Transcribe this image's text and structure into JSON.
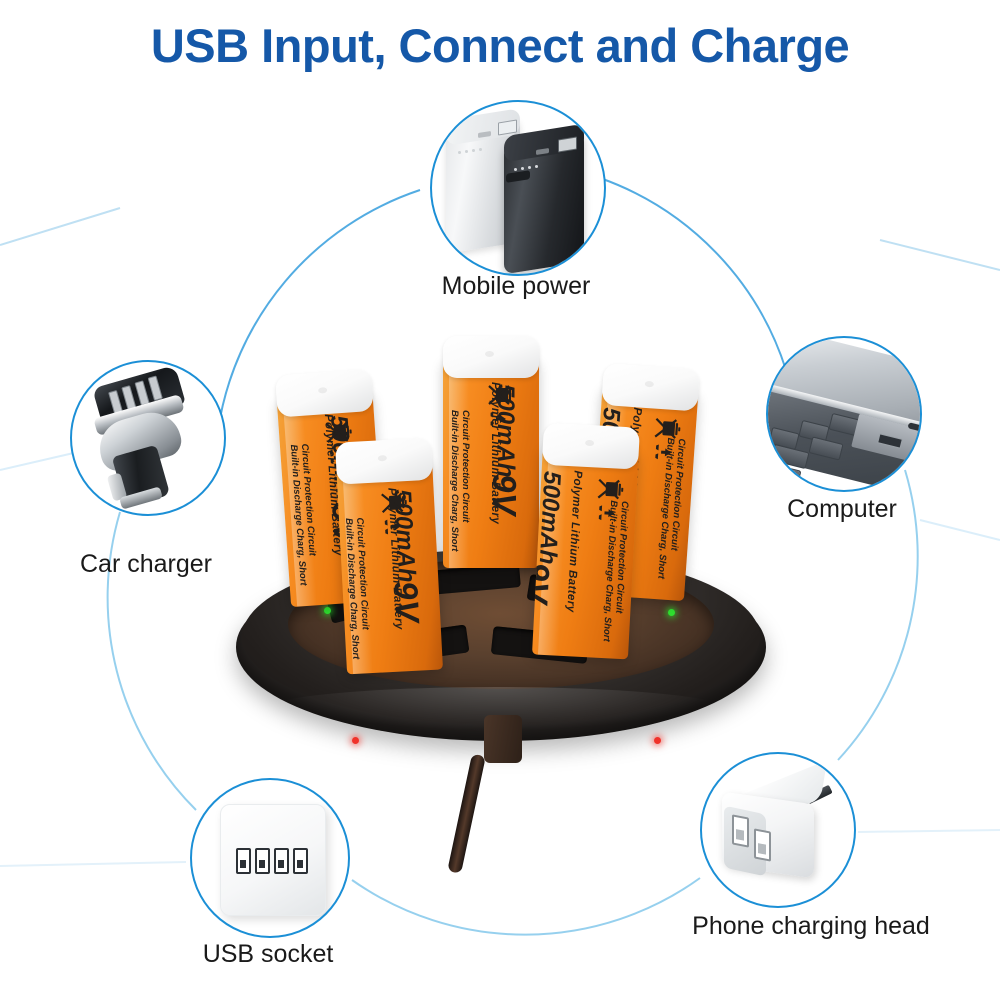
{
  "page": {
    "title": "USB Input, Connect and Charge",
    "title_color": "#1558a8",
    "background": "#ffffff",
    "accent_circle_color": "#1b8fd6",
    "label_color": "#1a1a1a"
  },
  "callouts": [
    {
      "id": "mobile-power",
      "label": "Mobile power",
      "icon": "power-bank-icon",
      "devices": [
        "white power bank",
        "black power bank"
      ]
    },
    {
      "id": "car-charger",
      "label": "Car charger",
      "icon": "car-charger-icon",
      "devices": [
        "dual USB car charger"
      ]
    },
    {
      "id": "computer",
      "label": "Computer",
      "icon": "laptop-icon",
      "devices": [
        "silver laptop with USB port"
      ]
    },
    {
      "id": "usb-socket",
      "label": "USB socket",
      "icon": "usb-wall-socket-icon",
      "devices": [
        "white wall plate with 4 USB ports"
      ]
    },
    {
      "id": "phone-charging-head",
      "label": "Phone charging head",
      "icon": "wall-adapter-icon",
      "devices": [
        "white dual USB wall adapter"
      ]
    }
  ],
  "product": {
    "name": "round 5-bay 9V battery charging dock",
    "dock_color": "#2b2725",
    "well_color": "#59402e",
    "slot_count": 5,
    "cable": "USB charging cable",
    "indicators": [
      {
        "color": "#2fe02f",
        "state": "green"
      },
      {
        "color": "#2fe02f",
        "state": "green"
      },
      {
        "color": "#f0322a",
        "state": "red"
      },
      {
        "color": "#f0322a",
        "state": "red"
      }
    ]
  },
  "battery": {
    "voltage": "9V",
    "capacity": "500mAh",
    "chemistry": "Polymer  Lithium  Battery",
    "protection_line1": "Built-in Discharge Charg, Short",
    "protection_line2": "Circuit Protection Circuit",
    "body_color": "#ef7d13",
    "cap_color": "#ffffff",
    "count": 5,
    "symbols": [
      "crossed-out-wheelie-bin-icon",
      "recycle-icon"
    ]
  }
}
